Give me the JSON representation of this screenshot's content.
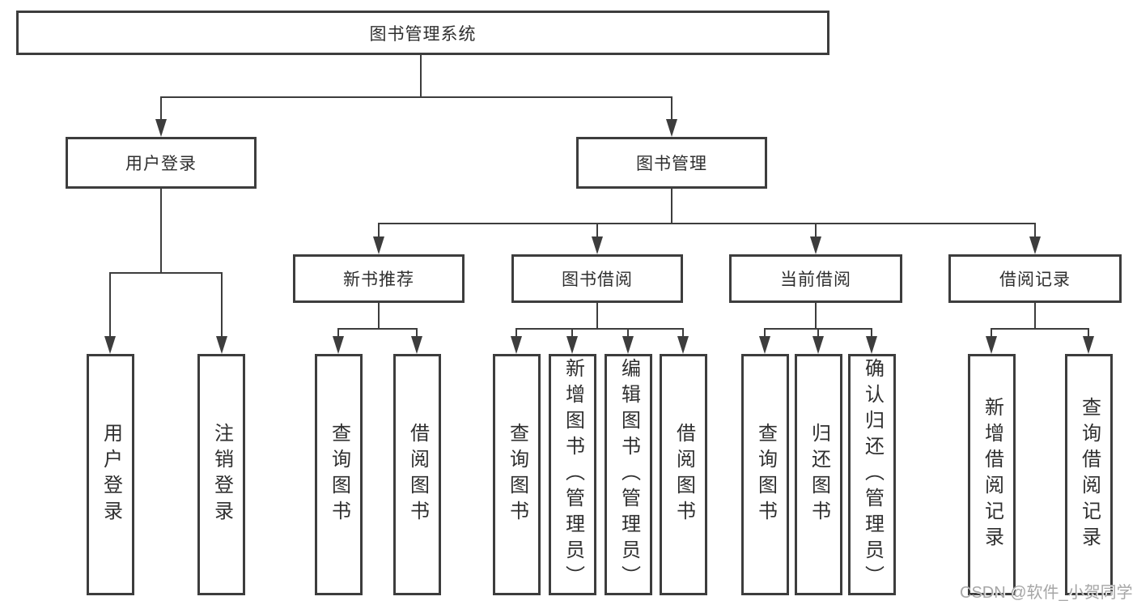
{
  "colors": {
    "line": "#3d3d3d",
    "text": "#2f2f2f",
    "background": "#ffffff",
    "watermark": "#a6a6a6"
  },
  "root": {
    "label": "图书管理系统"
  },
  "level2": [
    {
      "label": "用户登录"
    },
    {
      "label": "图书管理"
    }
  ],
  "level3": [
    {
      "label": "新书推荐"
    },
    {
      "label": "图书借阅"
    },
    {
      "label": "当前借阅"
    },
    {
      "label": "借阅记录"
    }
  ],
  "leaves": [
    {
      "label": "用户登录"
    },
    {
      "label": "注销登录"
    },
    {
      "label": "查询图书"
    },
    {
      "label": "借阅图书"
    },
    {
      "label": "查询图书"
    },
    {
      "label": "新增图书（管理员）"
    },
    {
      "label": "编辑图书（管理员）"
    },
    {
      "label": "借阅图书"
    },
    {
      "label": "查询图书"
    },
    {
      "label": "归还图书"
    },
    {
      "label": "确认归还（管理员）"
    },
    {
      "label": "新增借阅记录"
    },
    {
      "label": "查询借阅记录"
    }
  ],
  "watermark": "CSDN @软件_小贺同学"
}
